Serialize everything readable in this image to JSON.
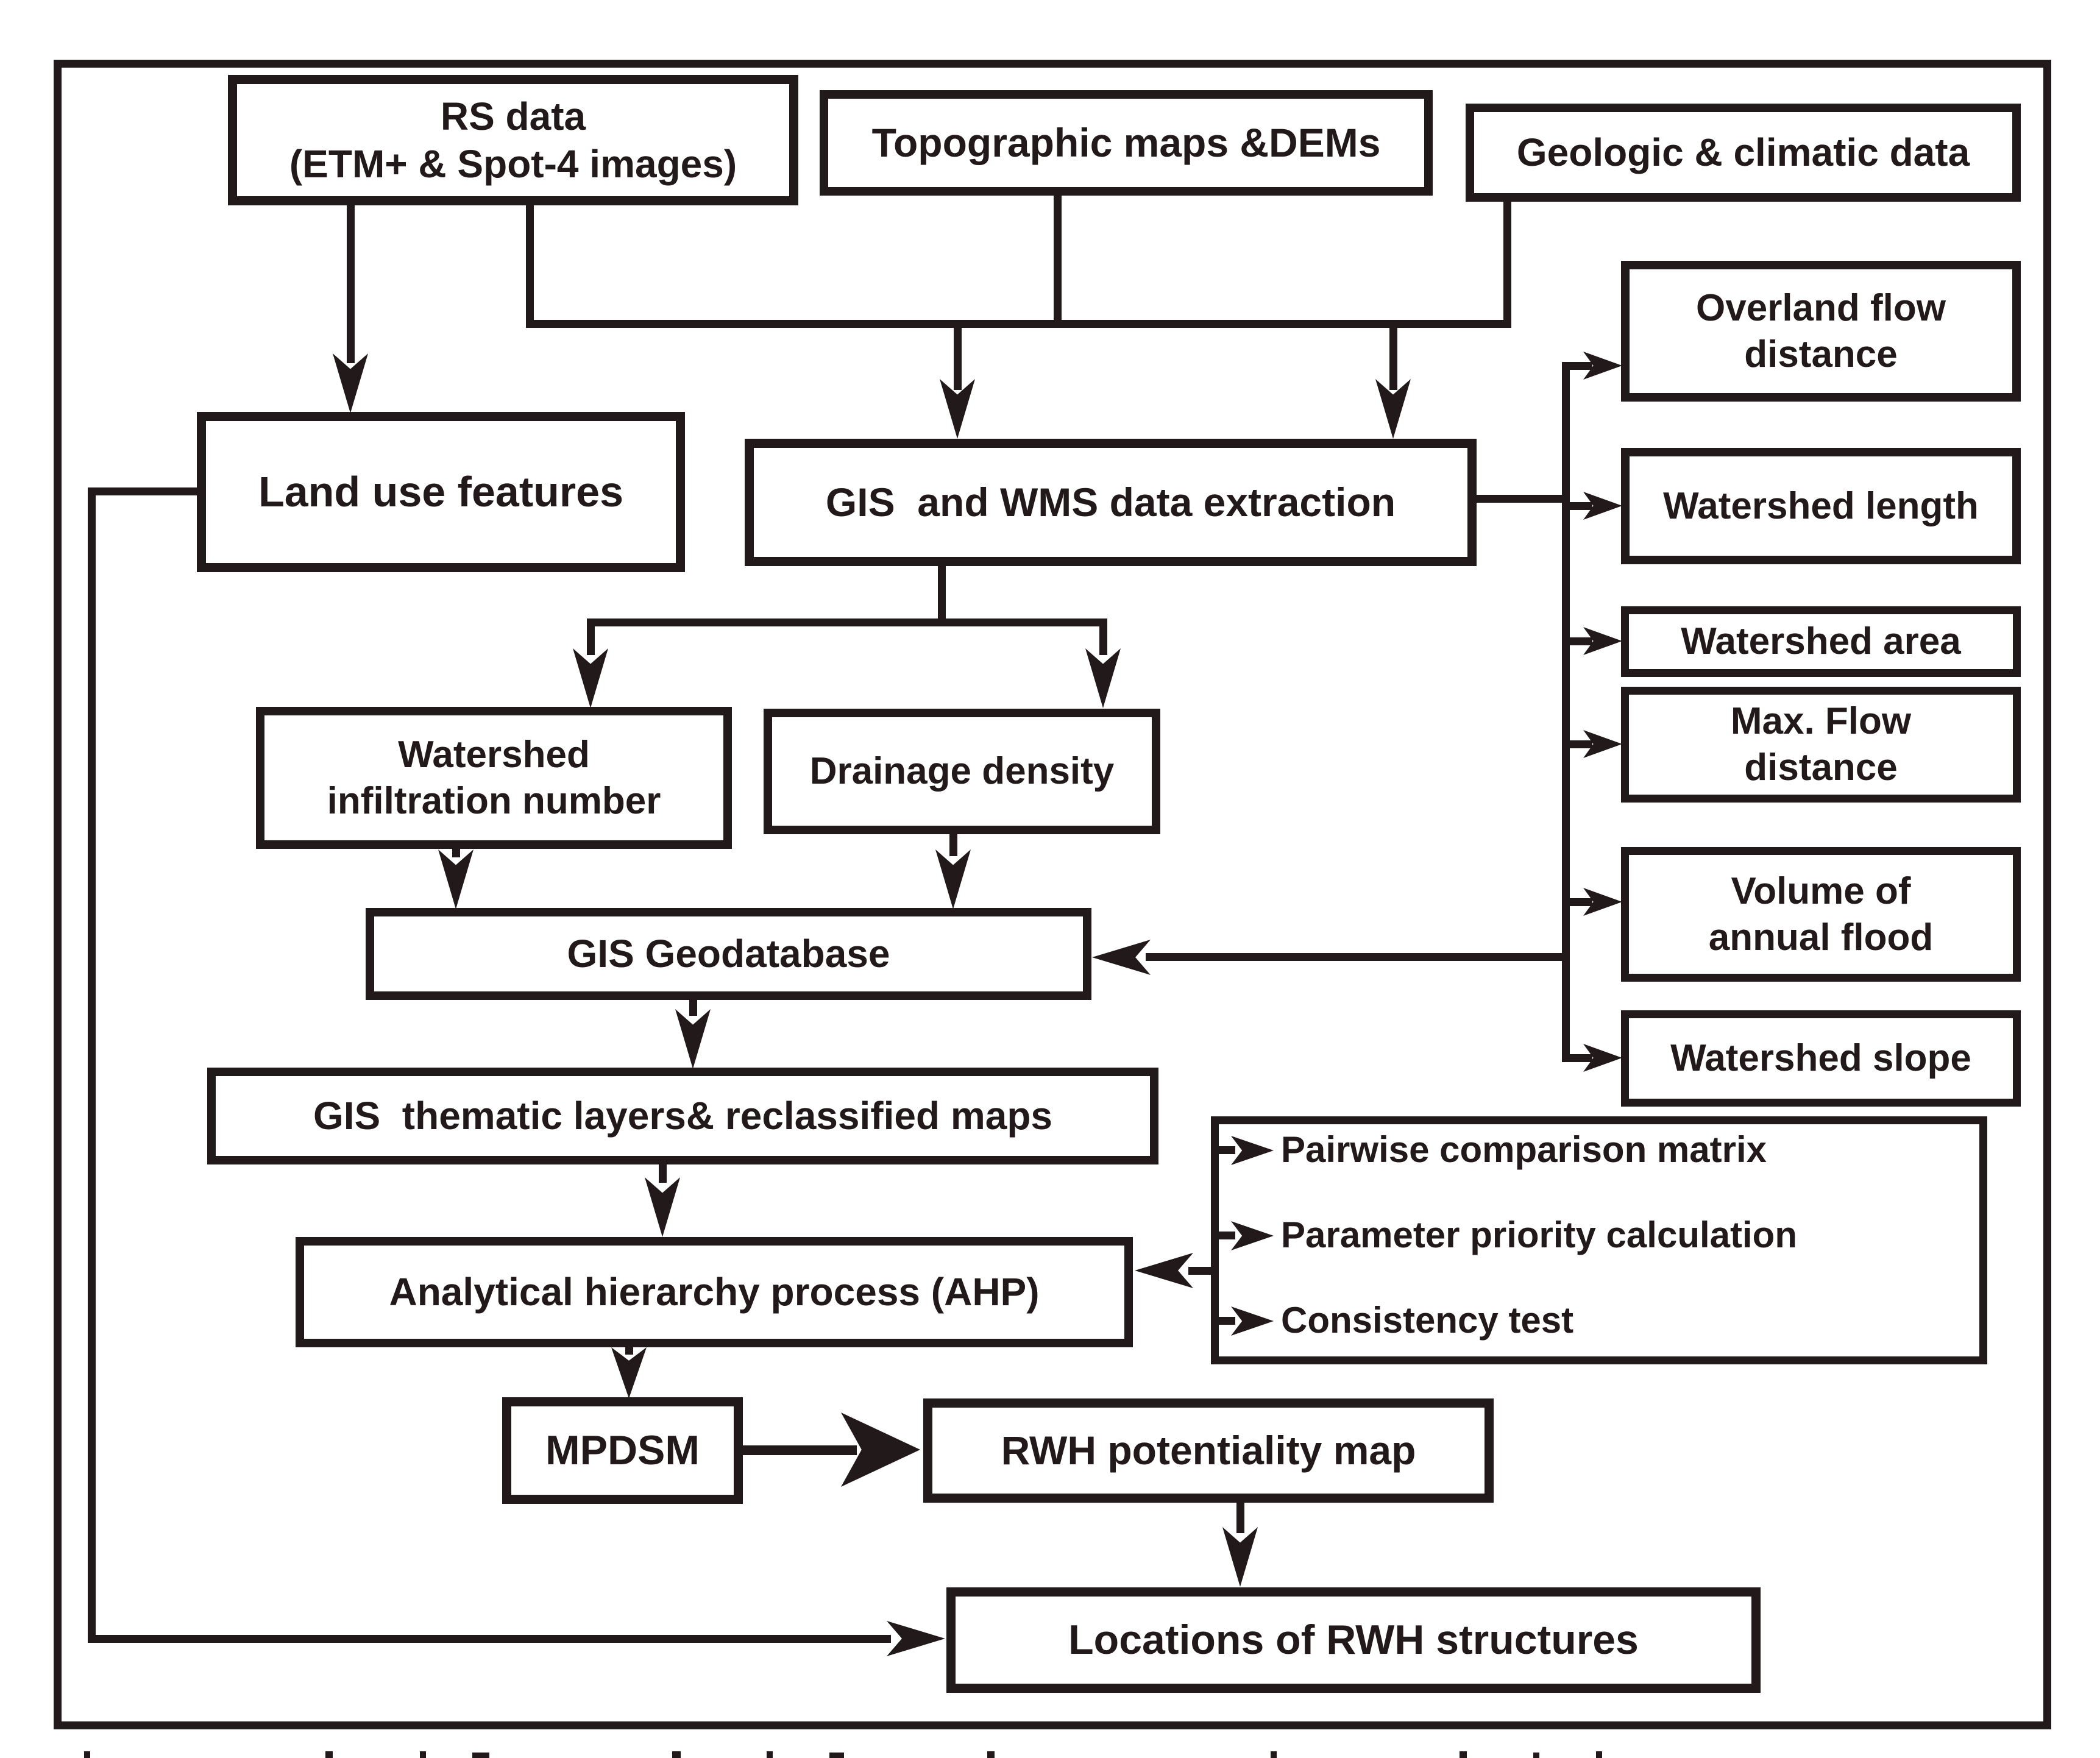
{
  "diagram": {
    "background": "#ffffff",
    "ink_color": "#221a1a",
    "nodes": {
      "rs_data": "RS data\n(ETM+ & Spot-4 images)",
      "topographic": "Topographic maps &DEMs",
      "geologic": "Geologic & climatic data",
      "land_use": "Land use features",
      "gis_wms": "GIS  and WMS data extraction",
      "watershed_infiltration": "Watershed\ninfiltration number",
      "drainage_density": "Drainage density",
      "geodatabase": "GIS Geodatabase",
      "thematic_layers": "GIS  thematic layers& reclassified maps",
      "ahp": "Analytical hierarchy process (AHP)",
      "mpdsm": "MPDSM",
      "rwh_potentiality_map": "RWH potentiality map",
      "locations_rwh": "Locations of RWH structures",
      "overland_flow": "Overland flow\ndistance",
      "watershed_length": "Watershed length",
      "watershed_area": "Watershed area",
      "max_flow_distance": "Max. Flow\ndistance",
      "volume_annual_flood": "Volume of\nannual flood",
      "watershed_slope": "Watershed slope",
      "ahp_steps": [
        "Pairwise comparison matrix",
        "Parameter priority calculation",
        "Consistency test"
      ]
    }
  }
}
